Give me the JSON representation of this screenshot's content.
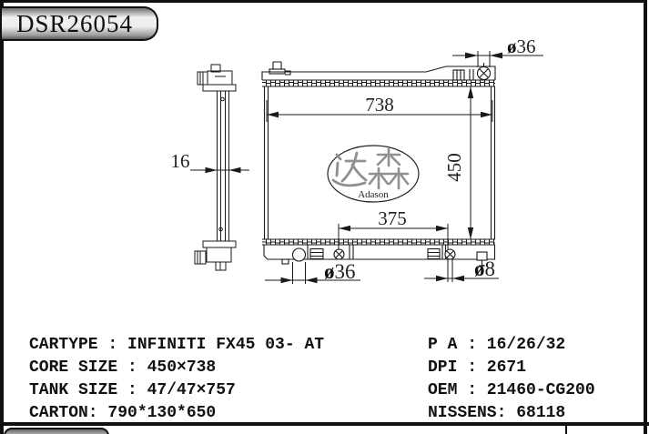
{
  "page": {
    "tab_code": "DSR26054"
  },
  "drawing": {
    "dims": {
      "core_width": "738",
      "core_height": "450",
      "bracket_span": "375",
      "side_thickness": "16",
      "filler_neck": {
        "sym": "ø",
        "val": "36"
      },
      "outlet_pipe": {
        "sym": "ø",
        "val": "36"
      },
      "drain_plug": {
        "sym": "ø",
        "val": "8"
      }
    },
    "logo": {
      "hanzi": "达森",
      "latin": "Adason"
    }
  },
  "specs": {
    "left": [
      "CARTYPE : INFINITI FX45 03- AT",
      "CORE SIZE : 450×738",
      "TANK SIZE : 47/47×757",
      "CARTON: 790*130*650"
    ],
    "right": [
      "P A : 16/26/32",
      "DPI : 2671",
      "OEM : 21460-CG200",
      "NISSENS: 68118"
    ]
  },
  "colors": {
    "line": "#1a1a1a",
    "logo_gray": "#909090",
    "tab_silver": "#ededed"
  }
}
